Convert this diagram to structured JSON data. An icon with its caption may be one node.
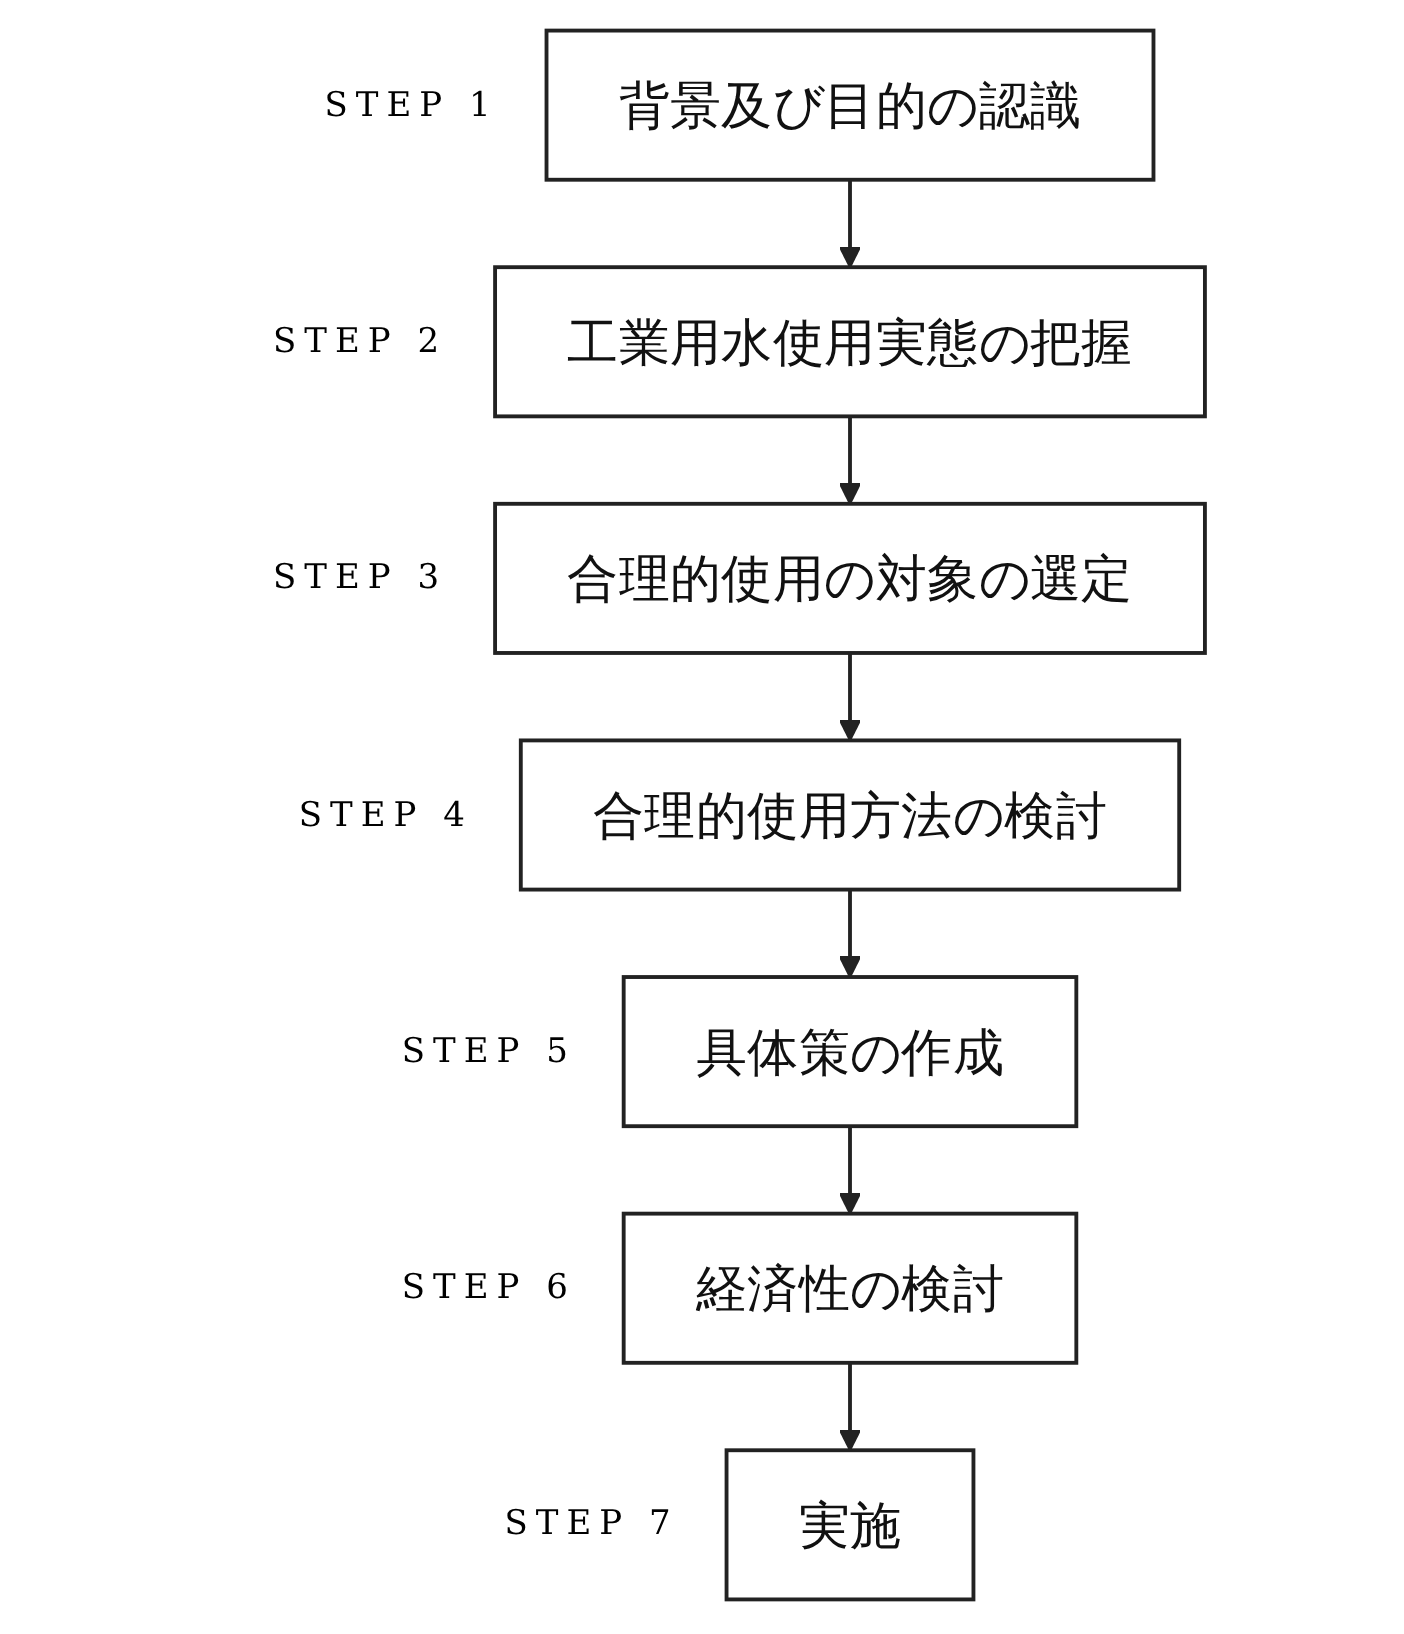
{
  "diagram": {
    "nodes": [
      {
        "text": [
          "背景及び目的の認識"
        ],
        "beside": [
          "STEP 1"
        ]
      },
      {
        "text": [
          "工業用水使用実態の把握"
        ],
        "beside": [
          "STEP 2"
        ]
      },
      {
        "text": [
          "合理的使用の対象の選定"
        ],
        "beside": [
          "STEP 3"
        ]
      },
      {
        "text": [
          "合理的使用方法の検討"
        ],
        "beside": [
          "STEP 4"
        ]
      },
      {
        "text": [
          "具体策の作成"
        ],
        "beside": [
          "STEP 5"
        ]
      },
      {
        "text": [
          "経済性の検討"
        ],
        "beside": [
          "STEP 6"
        ]
      },
      {
        "text": [
          "実施"
        ],
        "beside": [
          "STEP 7"
        ]
      }
    ],
    "edges": [
      {
        "from": 0,
        "to": 1,
        "arrow": "to"
      },
      {
        "from": 1,
        "to": 2,
        "arrow": "to"
      },
      {
        "from": 2,
        "to": 3,
        "arrow": "to"
      },
      {
        "from": 3,
        "to": 4,
        "arrow": "to"
      },
      {
        "from": 4,
        "to": 5,
        "arrow": "to"
      },
      {
        "from": 5,
        "to": 6,
        "arrow": "to"
      }
    ]
  }
}
